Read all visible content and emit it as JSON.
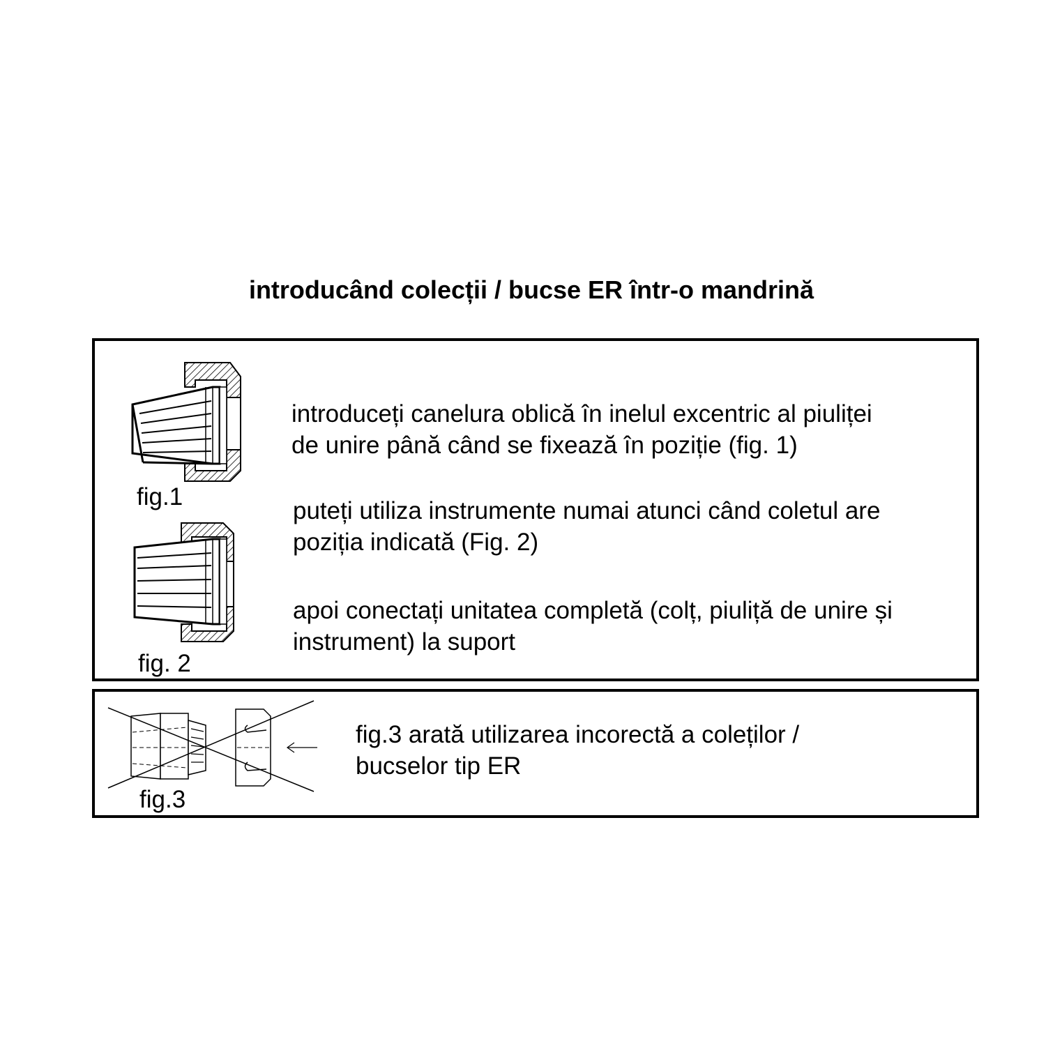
{
  "title": "introducând colecții / bucse ER într-o mandrină",
  "panel1": {
    "fig1_caption": "fig.1",
    "fig2_caption": "fig. 2",
    "step1": [
      "introduceți canelura oblică în inelul excentric al piuliței",
      "de unire până când se fixează în poziție (fig. 1)"
    ],
    "step2": [
      "puteți utiliza instrumente numai atunci când coletul are",
      "poziția indicată (Fig. 2)"
    ],
    "step3": [
      "apoi conectați unitatea completă (colț, piuliță de unire și",
      "instrument) la suport"
    ]
  },
  "panel2": {
    "fig3_caption": "fig.3",
    "text": [
      "fig.3 arată utilizarea incorectă a coleților /",
      "bucselor tip ER"
    ]
  }
}
